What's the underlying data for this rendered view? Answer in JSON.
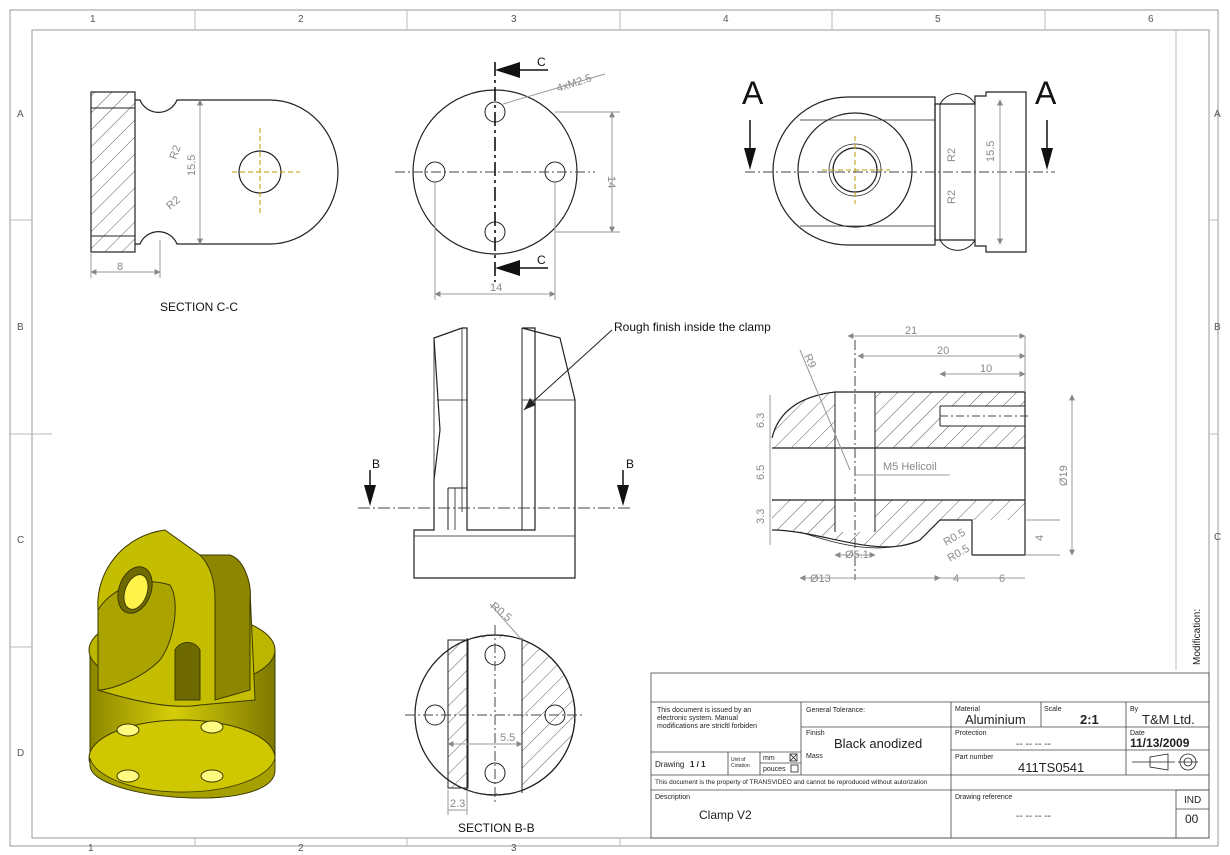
{
  "grid": {
    "columns_top": [
      "1",
      "2",
      "3",
      "4",
      "5",
      "6"
    ],
    "columns_bottom": [
      "1",
      "2",
      "3"
    ],
    "rows_left": [
      "A",
      "B",
      "C",
      "D"
    ],
    "rows_right": [
      "A",
      "B",
      "C"
    ]
  },
  "views": {
    "section_cc": {
      "title": "SECTION C-C",
      "dims": {
        "r2_top": "R2",
        "r2_bottom": "R2",
        "height": "15.5",
        "width": "8"
      }
    },
    "top_view": {
      "cut_label_top": "C",
      "cut_label_bottom": "C",
      "dims": {
        "holes": "4xM2.5",
        "height": "14",
        "width": "14"
      }
    },
    "section_aa_view": {
      "label_left": "A",
      "label_right": "A",
      "dims": {
        "r2_top": "R2",
        "r2_bottom": "R2",
        "height": "15.5"
      }
    },
    "side_view": {
      "note": "Rough finish inside the clamp",
      "cut_label_left": "B",
      "cut_label_right": "B"
    },
    "section_detail": {
      "dims": {
        "d21": "21",
        "d20": "20",
        "d10": "10",
        "r9": "R9",
        "d63": "6.3",
        "d65": "6.5",
        "d33": "3.3",
        "helicoil": "M5 Helicoil",
        "dia19": "Ø19",
        "r05a": "R0.5",
        "r05b": "R0.5",
        "d4v": "4",
        "dia51": "Ø5.1",
        "dia13": "Ø13",
        "d4": "4",
        "d6": "6"
      }
    },
    "section_bb": {
      "title": "SECTION B-B",
      "dims": {
        "r05": "R0.5",
        "d55": "5.5",
        "d23": "2.3"
      }
    }
  },
  "colors": {
    "part_fill": "#c8c000",
    "part_shadow": "#6f6a00",
    "part_hole": "#fff34a"
  },
  "title_block": {
    "modification_label": "Modification:",
    "issued_note_1": "This document is issued by an",
    "issued_note_2": "electronic system. Manual",
    "issued_note_3": "modifications are stricltl forbiden",
    "general_tolerance_label": "General Tolerance:",
    "material_label": "Material",
    "material_value": "Aluminium",
    "scale_label": "Scale",
    "scale_value": "2:1",
    "by_label": "By",
    "by_value": "T&M Ltd.",
    "finish_label": "Finish",
    "finish_value": "Black anodized",
    "protection_label": "Protection",
    "protection_value": "-- -- -- --",
    "date_label": "Date",
    "date_value": "11/13/2009",
    "drawing_label": "Drawing",
    "drawing_value": "1 / 1",
    "unit_label_1": "Unit of",
    "unit_label_2": "Cotation",
    "unit_mm": "mm",
    "unit_pouces": "pouces",
    "mass_label": "Mass",
    "part_number_label": "Part number",
    "part_number_value": "411TS0541",
    "property_note": "This document is the property of TRANSVIDEO and cannot be reproduced without autorization",
    "description_label": "Description",
    "description_value": "Clamp V2",
    "drawing_reference_label": "Drawing reference",
    "drawing_reference_value": "-- -- -- --",
    "ind_label": "IND",
    "ind_value": "00"
  }
}
